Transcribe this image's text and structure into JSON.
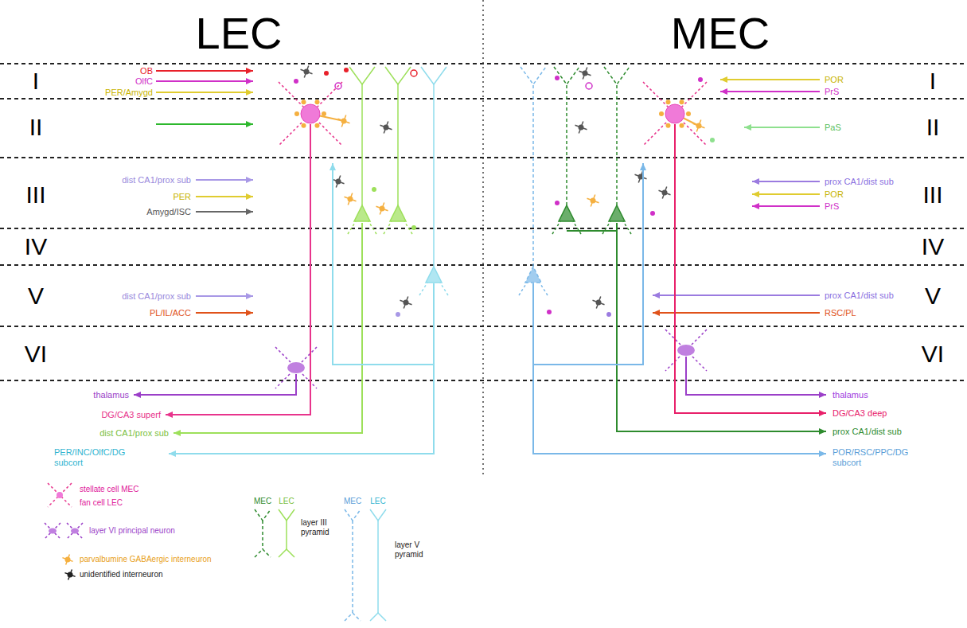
{
  "diagram": {
    "labels": [
      "LEC",
      "MEC",
      "I",
      "II",
      "III",
      "IV",
      "V",
      "VI",
      "I",
      "II",
      "III",
      "IV",
      "V",
      "VI",
      "OB",
      "OlfC",
      "PER/Amygd",
      "dist CA1/prox sub",
      "PER",
      "Amygd/ISC",
      "dist CA1/prox sub",
      "PL/IL/ACC",
      "POR",
      "PrS",
      "PaS",
      "prox CA1/dist sub",
      "POR",
      "PrS",
      "prox CA1/dist sub",
      "RSC/PL",
      "thalamus",
      "DG/CA3 superf",
      "dist CA1/prox sub",
      "PER/INC/OlfC/DG subcort",
      "thalamus",
      "DG/CA3 deep",
      "prox CA1/dist sub",
      "POR/RSC/PPC/DG subcort",
      "MEC",
      "LEC",
      "MEC",
      "LEC"
    ],
    "legend": [
      {
        "text": "stellate cell MEC"
      },
      {
        "text": "fan cell LEC"
      },
      {
        "text": "layer VI principal neuron"
      },
      {
        "text": "parvalbumine GABAergic interneuron"
      },
      {
        "text": "unidentified interneuron"
      },
      {
        "text": "layer III pyramid"
      },
      {
        "text": "layer V pyramid"
      }
    ]
  }
}
